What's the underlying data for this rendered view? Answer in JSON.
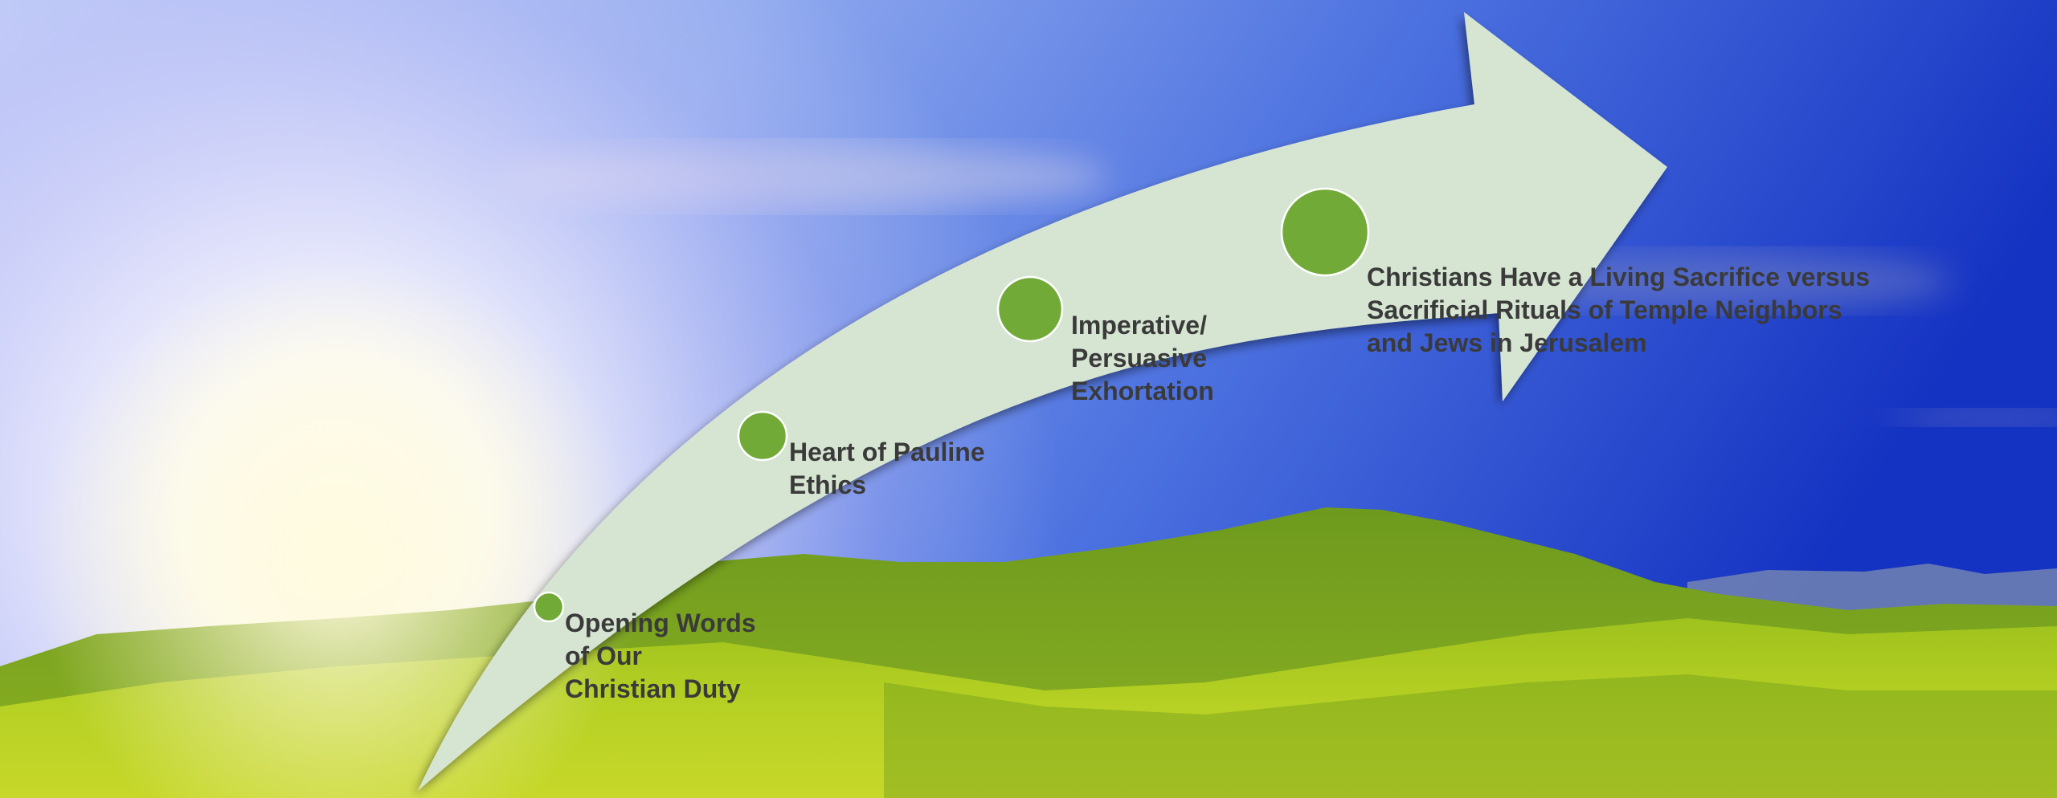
{
  "diagram": {
    "steps": [
      {
        "label": "Opening Words\nof Our\nChristian Duty"
      },
      {
        "label": "Heart of Pauline\nEthics"
      },
      {
        "label": "Imperative/\nPersuasive\nExhortation"
      },
      {
        "label": "Christians Have a Living Sacrifice versus\nSacrificial Rituals of Temple Neighbors\nand Jews in Jerusalem"
      }
    ]
  },
  "colors": {
    "arrow_fill": "#d6e5d2",
    "node_fill": "#72aa38",
    "node_stroke": "#ffffff",
    "label_text": "#3a3a3a",
    "sky_top": "#1533c2",
    "sky_light": "#a9bdf0",
    "grass_dark": "#5e8e1a",
    "grass_light": "#b6d124"
  }
}
